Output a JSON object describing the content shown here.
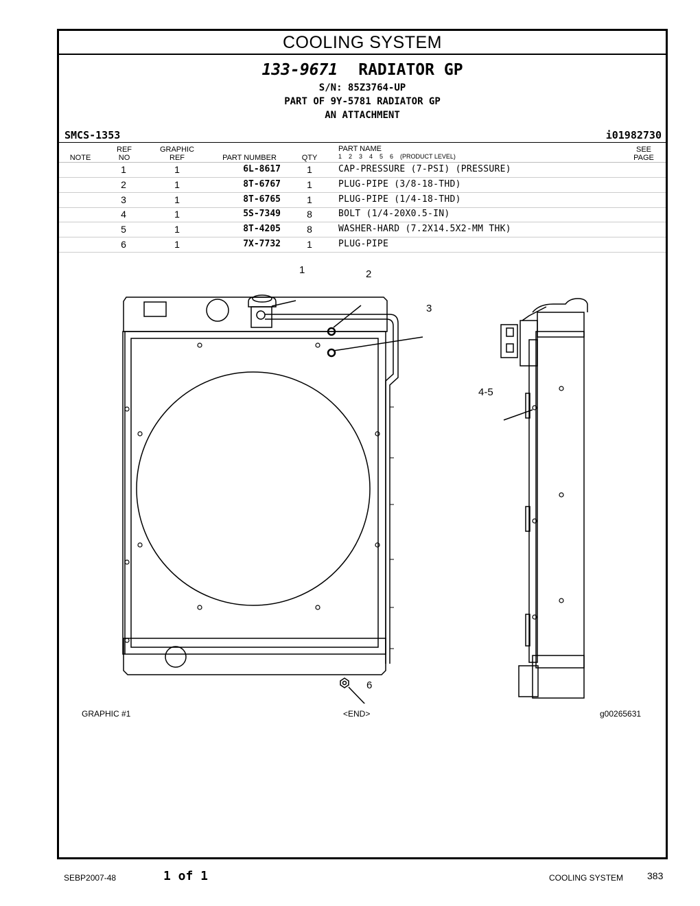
{
  "section_title": "COOLING SYSTEM",
  "header": {
    "part_number": "133-9671",
    "part_title": "RADIATOR GP",
    "serial": "S/N: 85Z3764-UP",
    "part_of": "PART OF 9Y-5781 RADIATOR GP",
    "attachment": "AN ATTACHMENT",
    "smcs": "SMCS-1353",
    "ident": "i01982730"
  },
  "columns": {
    "note": "NOTE",
    "ref_1": "REF",
    "ref_2": "NO",
    "graphic_1": "GRAPHIC",
    "graphic_2": "REF",
    "part_number": "PART NUMBER",
    "qty": "QTY",
    "part_name": "PART NAME",
    "levels": "1    2    3    4    5    6    (PRODUCT LEVEL)",
    "see_1": "SEE",
    "see_2": "PAGE"
  },
  "parts": [
    {
      "ref": "1",
      "graphic": "1",
      "part_number": "6L-8617",
      "qty": "1",
      "name": "CAP-PRESSURE (7-PSI) (PRESSURE)"
    },
    {
      "ref": "2",
      "graphic": "1",
      "part_number": "8T-6767",
      "qty": "1",
      "name": "PLUG-PIPE (3/8-18-THD)"
    },
    {
      "ref": "3",
      "graphic": "1",
      "part_number": "8T-6765",
      "qty": "1",
      "name": "PLUG-PIPE (1/4-18-THD)"
    },
    {
      "ref": "4",
      "graphic": "1",
      "part_number": "5S-7349",
      "qty": "8",
      "name": "BOLT (1/4-20X0.5-IN)"
    },
    {
      "ref": "5",
      "graphic": "1",
      "part_number": "8T-4205",
      "qty": "8",
      "name": "WASHER-HARD (7.2X14.5X2-MM THK)"
    },
    {
      "ref": "6",
      "graphic": "1",
      "part_number": "7X-7732",
      "qty": "1",
      "name": "PLUG-PIPE"
    }
  ],
  "callouts": {
    "c1": "1",
    "c2": "2",
    "c3": "3",
    "c45": "4-5",
    "c6": "6"
  },
  "graphic_footer": {
    "label": "GRAPHIC #1",
    "end": "<END>",
    "graphic_id": "g00265631"
  },
  "page_footer": {
    "doc_id": "SEBP2007-48",
    "page_of": "1 of 1",
    "section": "COOLING SYSTEM",
    "page_number": "383"
  }
}
